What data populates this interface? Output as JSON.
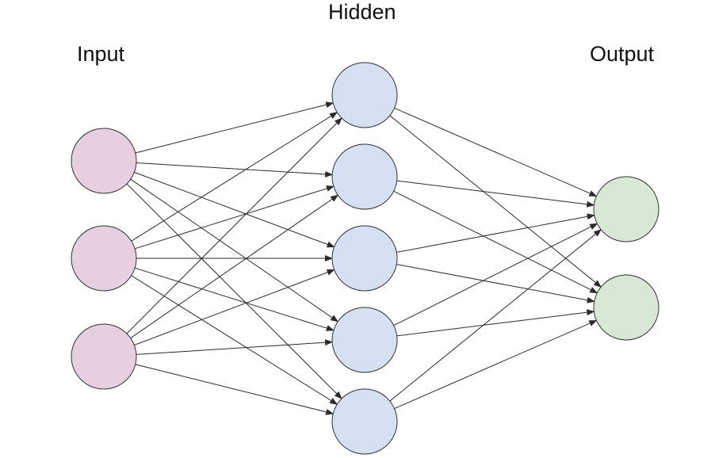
{
  "labels": {
    "input": "Input",
    "hidden": "Hidden",
    "output": "Output"
  },
  "network": {
    "layers": [
      {
        "name": "input",
        "nodes": 3,
        "fill": "#e6d0df"
      },
      {
        "name": "hidden",
        "nodes": 5,
        "fill": "#d5e1f3"
      },
      {
        "name": "output",
        "nodes": 2,
        "fill": "#d7e9d4"
      }
    ],
    "fully_connected": true,
    "arrows": true
  },
  "colors": {
    "node_stroke": "#333333",
    "edge": "#2b2b2b",
    "text": "#111111",
    "background": "#ffffff"
  }
}
